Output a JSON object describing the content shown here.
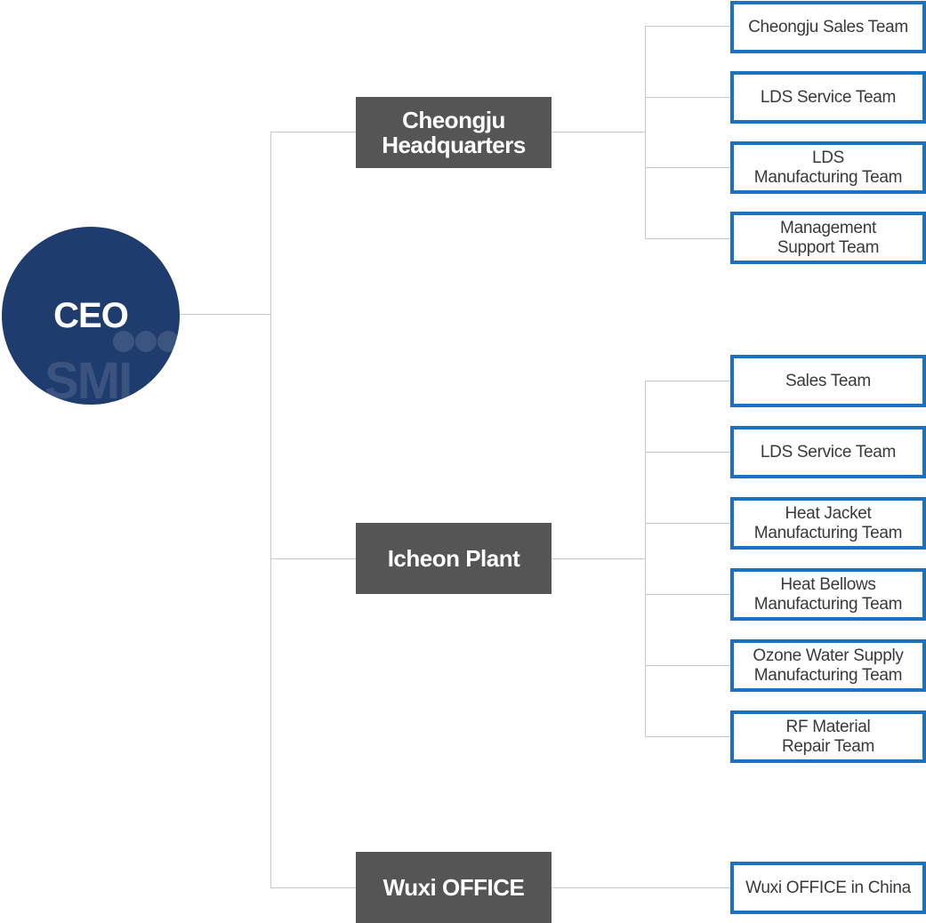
{
  "ceo": {
    "label": "CEO",
    "watermark": "SMI"
  },
  "divisions": [
    {
      "label": "Cheongju\nHeadquarters",
      "teams": [
        "Cheongju Sales Team",
        "LDS Service Team",
        "LDS\nManufacturing Team",
        "Management\nSupport Team"
      ]
    },
    {
      "label": "Icheon Plant",
      "teams": [
        "Sales Team",
        "LDS Service Team",
        "Heat Jacket\nManufacturing Team",
        "Heat Bellows\nManufacturing Team",
        "Ozone Water Supply\nManufacturing Team",
        "RF Material\nRepair Team"
      ]
    },
    {
      "label": "Wuxi OFFICE",
      "teams": [
        "Wuxi OFFICE in China"
      ]
    }
  ],
  "colors": {
    "ceo_fill": "#1f3c6e",
    "division_fill": "#555555",
    "team_border": "#1a72c0",
    "connector": "#c9c9c9"
  }
}
